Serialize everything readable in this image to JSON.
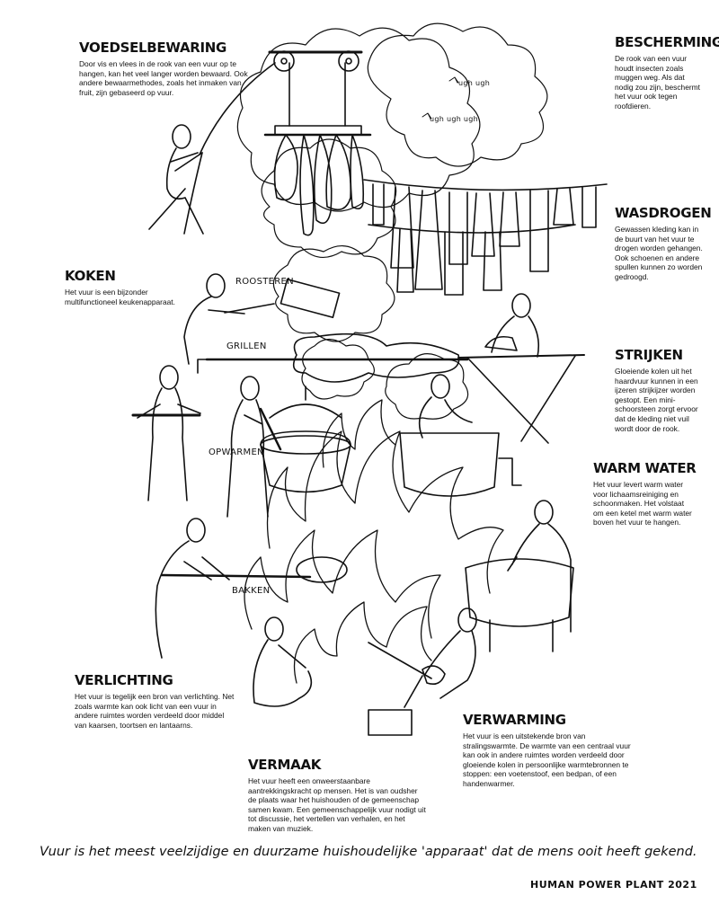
{
  "sections": {
    "voedselbewaring": {
      "title": "VOEDSELBEWARING",
      "text": "Door vis en vlees in de rook van een vuur op te hangen, kan het veel langer worden bewaard. Ook andere bewaarmethodes, zoals het inmaken van fruit, zijn gebaseerd op vuur."
    },
    "bescherming": {
      "title": "BESCHERMING",
      "text": "De rook van een vuur houdt insecten zoals muggen weg. Als dat nodig zou zijn, beschermt het vuur ook tegen roofdieren."
    },
    "wasdrogen": {
      "title": "WASDROGEN",
      "text": "Gewassen kleding kan in de buurt van het vuur te drogen worden gehangen. Ook schoenen en andere spullen kunnen zo worden gedroogd."
    },
    "koken": {
      "title": "KOKEN",
      "text": "Het vuur is een bijzonder multifunctioneel keukenapparaat."
    },
    "strijken": {
      "title": "STRIJKEN",
      "text": "Gloeiende kolen uit het haardvuur kunnen in een ijzeren strijkijzer worden gestopt. Een mini-schoorsteen zorgt ervoor dat de kleding niet vuil wordt door de rook."
    },
    "warm_water": {
      "title": "WARM WATER",
      "text": "Het vuur levert warm water voor lichaamsreiniging en schoonmaken. Het volstaat om een ketel met warm water boven het vuur te hangen."
    },
    "verlichting": {
      "title": "VERLICHTING",
      "text": "Het vuur is tegelijk een bron van verlichting. Net zoals warmte kan ook licht van een vuur in andere ruimtes worden verdeeld door middel van kaarsen, toortsen en lantaarns."
    },
    "verwarming": {
      "title": "VERWARMING",
      "text": "Het vuur is een uitstekende bron van stralingswarmte. De warmte van een centraal vuur kan ook in andere ruimtes worden verdeeld door gloeiende kolen in persoonlijke warmtebronnen te stoppen: een voetenstoof, een bedpan, of een handenwarmer."
    },
    "vermaak": {
      "title": "VERMAAK",
      "text": "Het vuur heeft een onweerstaanbare aantrekkingskracht op mensen. Het is van oudsher de plaats waar het huishouden of de gemeenschap samen kwam. Een gemeenschappelijk vuur nodigt uit tot discussie, het vertellen van verhalen, en het maken van muziek."
    }
  },
  "labels": {
    "roosteren": "ROOSTEREN",
    "grillen": "GRILLEN",
    "opwarmen": "OPWARMEN",
    "bakken": "BAKKEN",
    "mosquito_sound_1": "ugh ugh",
    "mosquito_sound_2": "ugh ugh ugh"
  },
  "footer": {
    "tagline": "Vuur is het meest veelzijdige en duurzame huishoudelijke 'apparaat' dat de mens ooit heeft gekend.",
    "credit": "HUMAN POWER PLANT 2021"
  }
}
